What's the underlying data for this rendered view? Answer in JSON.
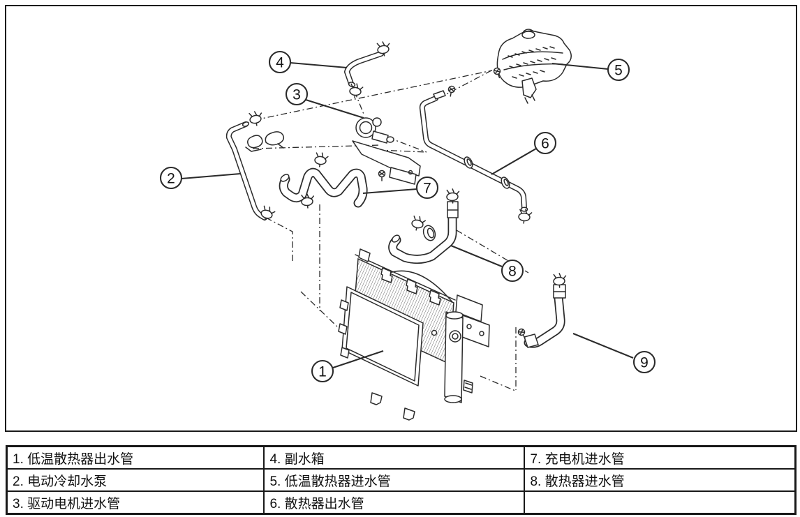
{
  "figure": {
    "callouts": [
      {
        "number": "1"
      },
      {
        "number": "2"
      },
      {
        "number": "3"
      },
      {
        "number": "4"
      },
      {
        "number": "5"
      },
      {
        "number": "6"
      },
      {
        "number": "7"
      },
      {
        "number": "8"
      },
      {
        "number": "9"
      }
    ]
  },
  "legend": {
    "rows": [
      {
        "cells": [
          "1. 低温散热器出水管",
          "4. 副水箱",
          "7. 充电机进水管"
        ]
      },
      {
        "cells": [
          "2. 电动冷却水泵",
          "5. 低温散热器进水管",
          "8. 散热器进水管"
        ]
      },
      {
        "cells": [
          "3. 驱动电机进水管",
          "6. 散热器出水管",
          ""
        ]
      }
    ]
  },
  "colors": {
    "line": "#2b2b2b",
    "frame": "#1a1a1a",
    "background": "#ffffff",
    "text": "#111111"
  }
}
